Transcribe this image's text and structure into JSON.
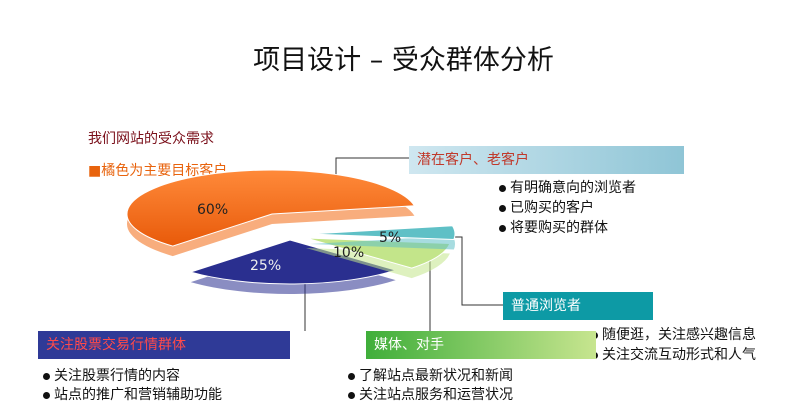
{
  "title": "项目设计 – 受众群体分析",
  "intro": {
    "line1": "我们网站的受众需求",
    "line2": "■橘色为主要目标客户"
  },
  "colors": {
    "orange": "#f26a12",
    "navy": "#2a2f8f",
    "light_green": "#c3e58a",
    "teal": "#5fc0c6"
  },
  "chart_data": {
    "type": "pie",
    "slices": [
      {
        "label": "60%",
        "value": 60,
        "color": "#f26a12"
      },
      {
        "label": "25%",
        "value": 25,
        "color": "#2a2f8f"
      },
      {
        "label": "10%",
        "value": 10,
        "color": "#c3e58a"
      },
      {
        "label": "5%",
        "value": 5,
        "color": "#5fc0c6"
      }
    ]
  },
  "groups": {
    "potential": {
      "title": "潜在客户、老客户",
      "items": [
        "有明确意向的浏览者",
        "已购买的客户",
        "将要购买的群体"
      ]
    },
    "normal": {
      "title": "普通浏览者",
      "items": [
        "随便逛，关注感兴趣信息",
        "关注交流互动形式和人气"
      ]
    },
    "stock": {
      "title": "关注股票交易行情群体",
      "items": [
        "关注股票行情的内容",
        "站点的推广和营销辅助功能"
      ]
    },
    "media": {
      "title": "媒体、对手",
      "items": [
        "了解站点最新状况和新闻",
        "关注站点服务和运营状况"
      ]
    }
  }
}
